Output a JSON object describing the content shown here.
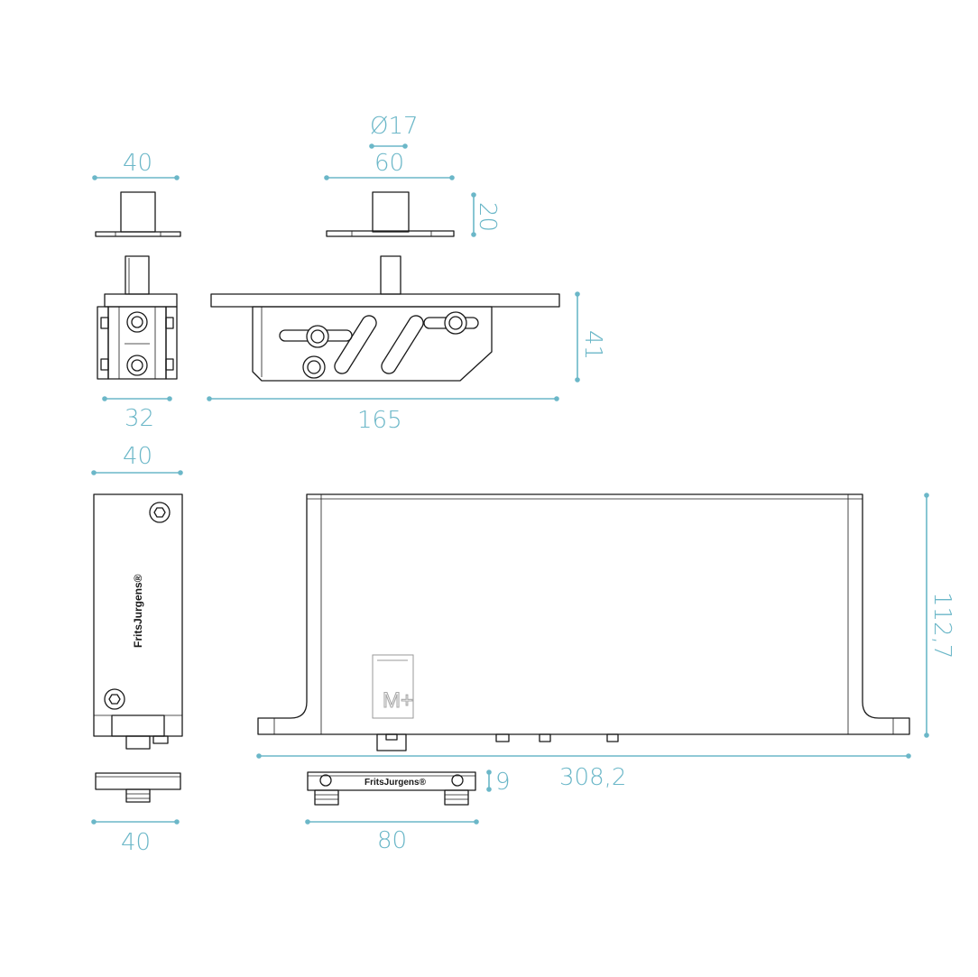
{
  "dimensions": {
    "top_plate_width": "40",
    "pivot_diameter": "Ø17",
    "side_plate_width": "60",
    "pin_height": "20",
    "body_height": "41",
    "body_width_side": "32",
    "body_length": "165",
    "box_width": "40",
    "box_height": "112,7",
    "box_length": "308,2",
    "bottom_plate_width": "40",
    "bottom_plate_length": "80",
    "bottom_plate_height": "9"
  },
  "brand": {
    "box_label": "FritsJurgens®",
    "plate_label": "FritsJurgens®",
    "logo_mark": "M+"
  },
  "colors": {
    "dimension": "#6bb7c8",
    "line": "#1a1a1a"
  }
}
